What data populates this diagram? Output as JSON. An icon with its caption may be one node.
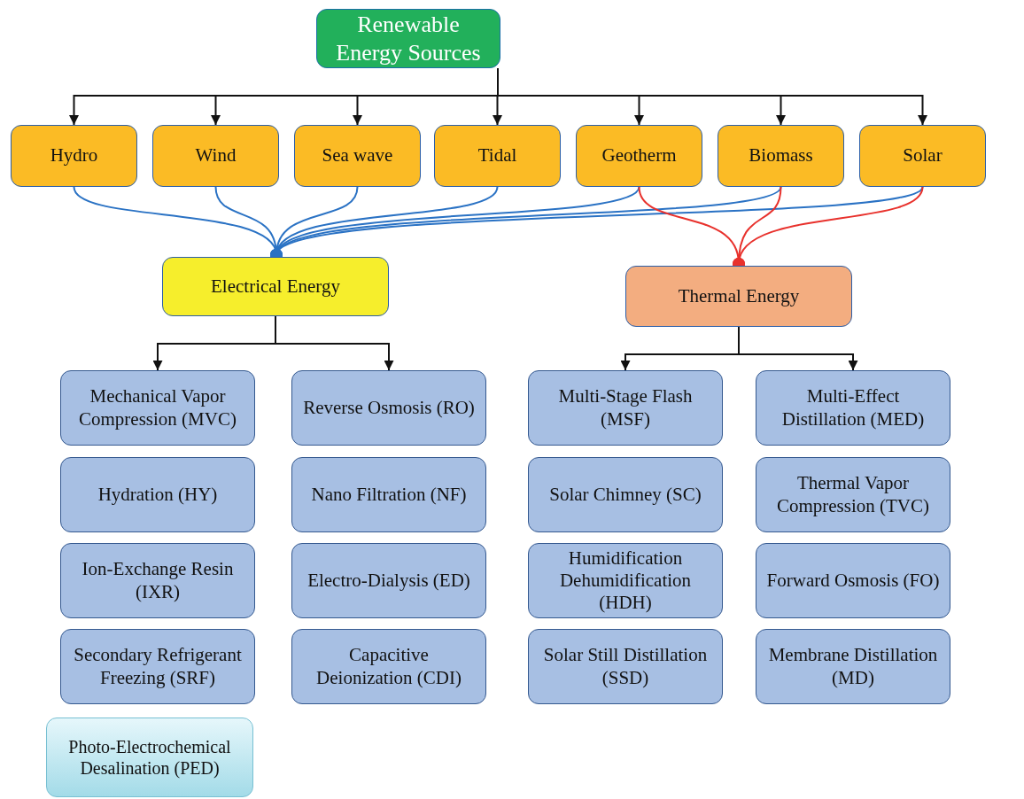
{
  "diagram": {
    "nodes": [
      {
        "text": [
          "Renewable Energy Sources"
        ]
      },
      {
        "text": [
          "Hydro"
        ]
      },
      {
        "text": [
          "Wind"
        ]
      },
      {
        "text": [
          "Sea wave"
        ]
      },
      {
        "text": [
          "Tidal"
        ]
      },
      {
        "text": [
          "Geotherm"
        ]
      },
      {
        "text": [
          "Biomass"
        ]
      },
      {
        "text": [
          "Solar"
        ]
      },
      {
        "text": [
          "Electrical Energy"
        ]
      },
      {
        "text": [
          "Thermal Energy"
        ]
      },
      {
        "text": [
          "Mechanical Vapor Compression (MVC)"
        ]
      },
      {
        "text": [
          "Hydration (HY)"
        ]
      },
      {
        "text": [
          "Ion-Exchange Resin (IXR)"
        ]
      },
      {
        "text": [
          "Secondary Refrigerant Freezing (SRF)"
        ]
      },
      {
        "text": [
          "Photo-Electrochemical Desalination (PED)"
        ]
      },
      {
        "text": [
          "Reverse Osmosis (RO)"
        ]
      },
      {
        "text": [
          "Nano Filtration (NF)"
        ]
      },
      {
        "text": [
          "Electro-Dialysis (ED)"
        ]
      },
      {
        "text": [
          "Capacitive Deionization (CDI)"
        ]
      },
      {
        "text": [
          "Multi-Stage Flash (MSF)"
        ]
      },
      {
        "text": [
          "Solar Chimney (SC)"
        ]
      },
      {
        "text": [
          "Humidification Dehumidification (HDH)"
        ]
      },
      {
        "text": [
          "Solar Still Distillation (SSD)"
        ]
      },
      {
        "text": [
          "Multi-Effect Distillation (MED)"
        ]
      },
      {
        "text": [
          "Thermal Vapor Compression (TVC)"
        ]
      },
      {
        "text": [
          "Forward Osmosis (FO)"
        ]
      },
      {
        "text": [
          "Membrane Distillation (MD)"
        ]
      }
    ],
    "edges": [
      {
        "from": 0,
        "to": 1,
        "arrow": "to"
      },
      {
        "from": 0,
        "to": 2,
        "arrow": "to"
      },
      {
        "from": 0,
        "to": 3,
        "arrow": "to"
      },
      {
        "from": 0,
        "to": 4,
        "arrow": "to"
      },
      {
        "from": 0,
        "to": 5,
        "arrow": "to"
      },
      {
        "from": 0,
        "to": 6,
        "arrow": "to"
      },
      {
        "from": 0,
        "to": 7,
        "arrow": "to"
      },
      {
        "from": 1,
        "to": 8,
        "arrow": "other",
        "color": "#2a72c4"
      },
      {
        "from": 2,
        "to": 8,
        "arrow": "other",
        "color": "#2a72c4"
      },
      {
        "from": 3,
        "to": 8,
        "arrow": "other",
        "color": "#2a72c4"
      },
      {
        "from": 4,
        "to": 8,
        "arrow": "other",
        "color": "#2a72c4"
      },
      {
        "from": 5,
        "to": 8,
        "arrow": "other",
        "color": "#2a72c4"
      },
      {
        "from": 6,
        "to": 8,
        "arrow": "other",
        "color": "#2a72c4"
      },
      {
        "from": 7,
        "to": 8,
        "arrow": "other",
        "color": "#2a72c4"
      },
      {
        "from": 5,
        "to": 9,
        "arrow": "other",
        "color": "#e8312c"
      },
      {
        "from": 6,
        "to": 9,
        "arrow": "other",
        "color": "#e8312c"
      },
      {
        "from": 7,
        "to": 9,
        "arrow": "other",
        "color": "#e8312c"
      },
      {
        "from": 8,
        "to": 10,
        "arrow": "to"
      },
      {
        "from": 8,
        "to": 15,
        "arrow": "to"
      },
      {
        "from": 9,
        "to": 19,
        "arrow": "to"
      },
      {
        "from": 9,
        "to": 23,
        "arrow": "to"
      }
    ]
  }
}
